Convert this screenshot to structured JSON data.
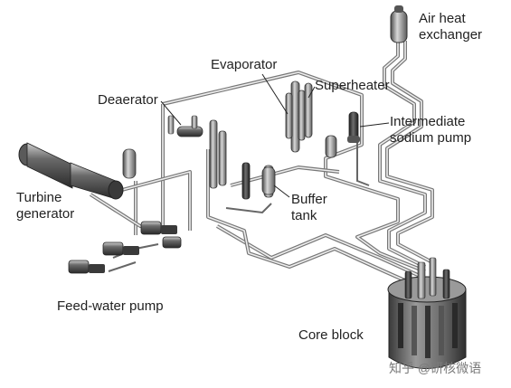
{
  "labels": {
    "air_heat_exchanger": "Air heat\nexchanger",
    "evaporator": "Evaporator",
    "superheater": "Superheater",
    "deaerator": "Deaerator",
    "intermediate_sodium_pump": "Intermediate\nsodium pump",
    "turbine_generator": "Turbine\ngenerator",
    "buffer_tank": "Buffer\ntank",
    "feed_water_pump": "Feed-water pump",
    "core_block": "Core block"
  },
  "watermark": "知乎 @研核微语",
  "colors": {
    "pipe": "#777777",
    "equipment_dark": "#3a3a3a",
    "equipment_mid": "#8a8a8a",
    "text": "#222222"
  }
}
